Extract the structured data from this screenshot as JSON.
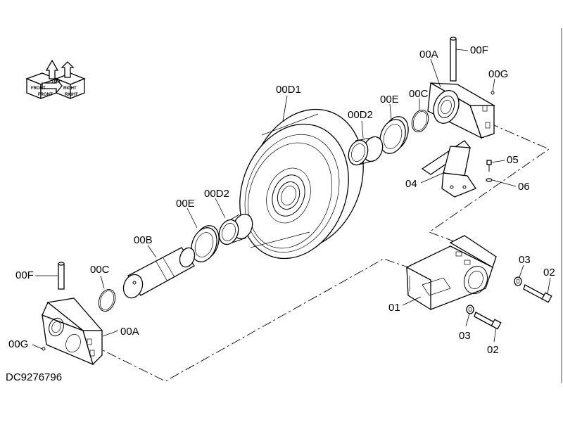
{
  "drawing_code": "DC9276796",
  "orientation_icon": {
    "labels": [
      "FRONT",
      "RIGHT",
      "FRONT",
      "RIGHT",
      "TOP"
    ]
  },
  "callouts": {
    "c_00A_top": "00A",
    "c_00F_top": "00F",
    "c_00G_top": "00G",
    "c_00C_top": "00C",
    "c_00E_top": "00E",
    "c_00D2_top": "00D2",
    "c_00D1": "00D1",
    "c_05": "05",
    "c_04": "04",
    "c_06": "06",
    "c_00E_left": "00E",
    "c_00D2_left": "00D2",
    "c_00B": "00B",
    "c_00C_left": "00C",
    "c_00F_left": "00F",
    "c_00A_left": "00A",
    "c_00G_left": "00G",
    "c_03_right": "03",
    "c_02_right": "02",
    "c_01": "01",
    "c_03_bottom": "03",
    "c_02_bottom": "02"
  }
}
